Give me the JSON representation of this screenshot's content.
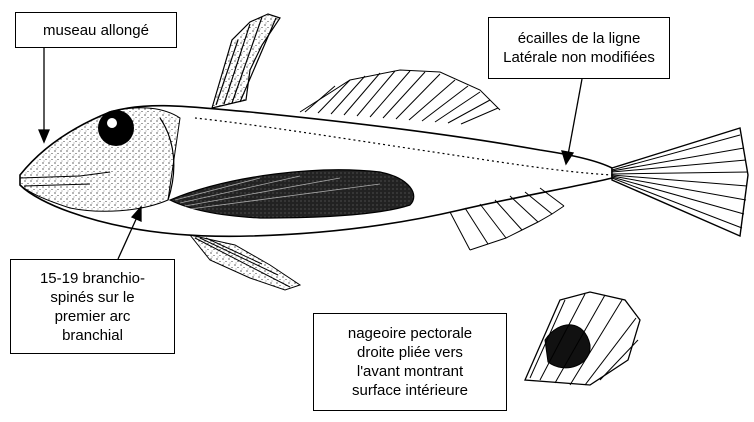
{
  "labels": {
    "snout": "museau allongé",
    "scales_line1": "écailles de la ligne",
    "scales_line2": "Latérale non modifiées",
    "rakers_line1": "15-19 branchio-",
    "rakers_line2": "spinés sur le",
    "rakers_line3": "premier arc",
    "rakers_line4": "branchial",
    "pectoral_line1": "nageoire pectorale",
    "pectoral_line2": "droite pliée vers",
    "pectoral_line3": "l'avant montrant",
    "pectoral_line4": "surface intérieure"
  }
}
